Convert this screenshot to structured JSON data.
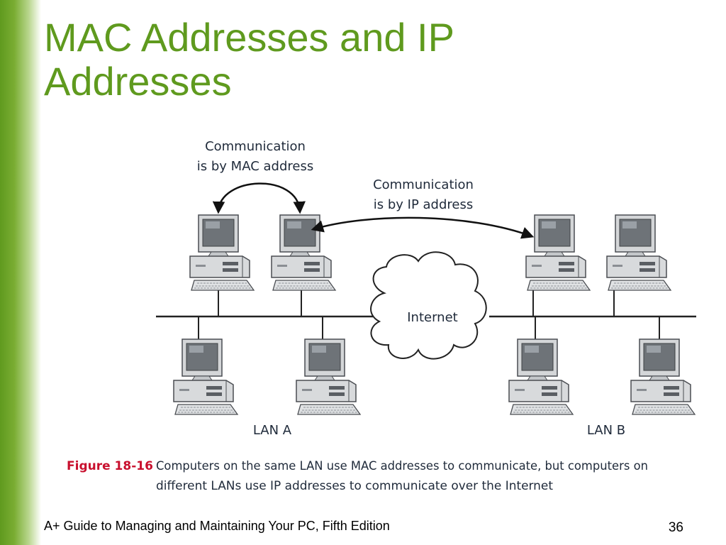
{
  "slide": {
    "title_line1": "MAC Addresses and IP",
    "title_line2": "Addresses",
    "footer": "A+ Guide to Managing and Maintaining Your PC, Fifth Edition",
    "page_number": "36"
  },
  "figure": {
    "mac_label_line1": "Communication",
    "mac_label_line2": "is by MAC address",
    "ip_label_line1": "Communication",
    "ip_label_line2": "is by IP address",
    "cloud_label": "Internet",
    "lan_a": "LAN A",
    "lan_b": "LAN B",
    "caption_number": "Figure 18-16",
    "caption_line1": "Computers on the same LAN use MAC addresses to communicate, but computers on",
    "caption_line2": "different LANs use IP addresses to communicate over the Internet"
  },
  "colors": {
    "accent": "#5f9a1e",
    "caption_number": "#c8102e"
  }
}
